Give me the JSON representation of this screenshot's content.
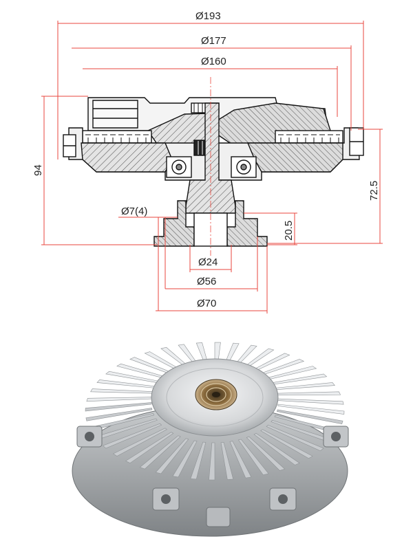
{
  "drawing": {
    "dimensions": {
      "d193": "Ø193",
      "d177": "Ø177",
      "d160": "Ø160",
      "h94": "94",
      "h72_5": "72.5",
      "h20_5": "20.5",
      "hole": "Ø7(4)",
      "d24": "Ø24",
      "d56": "Ø56",
      "d70": "Ø70"
    },
    "colors": {
      "dimension_line": "#e8463c",
      "outline": "#111111",
      "metal": "#d9d9d9",
      "hatch": "#555555"
    }
  },
  "photo": {
    "colors": {
      "metal_light": "#e6e8ea",
      "metal_mid": "#b9bcbf",
      "metal_dark": "#7f8386",
      "spring": "#8a6a3c"
    }
  }
}
